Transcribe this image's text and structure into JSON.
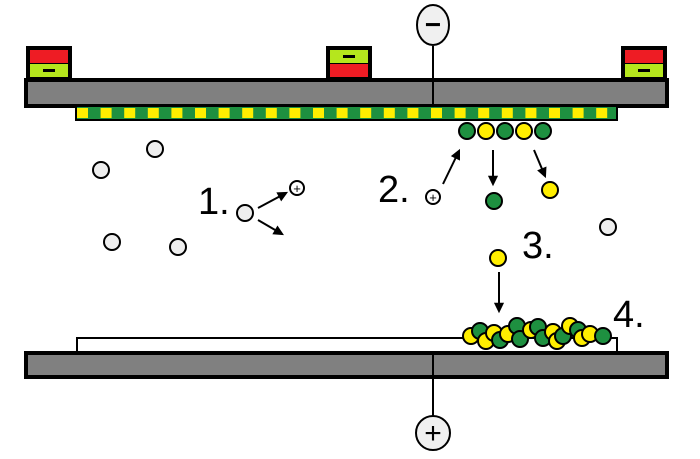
{
  "labels": {
    "step1": "1.",
    "step2": "2.",
    "step3": "3.",
    "step4": "4."
  },
  "terminals": {
    "cathode": "−",
    "anode": "+"
  },
  "ion_symbol": "+",
  "magnet_symbol": "−",
  "colors": {
    "plate": "#808080",
    "red": "#ee1c24",
    "lime": "#b5e61d",
    "green": "#1e9040",
    "yellow": "#ffee00",
    "gas": "#eeeeee"
  }
}
